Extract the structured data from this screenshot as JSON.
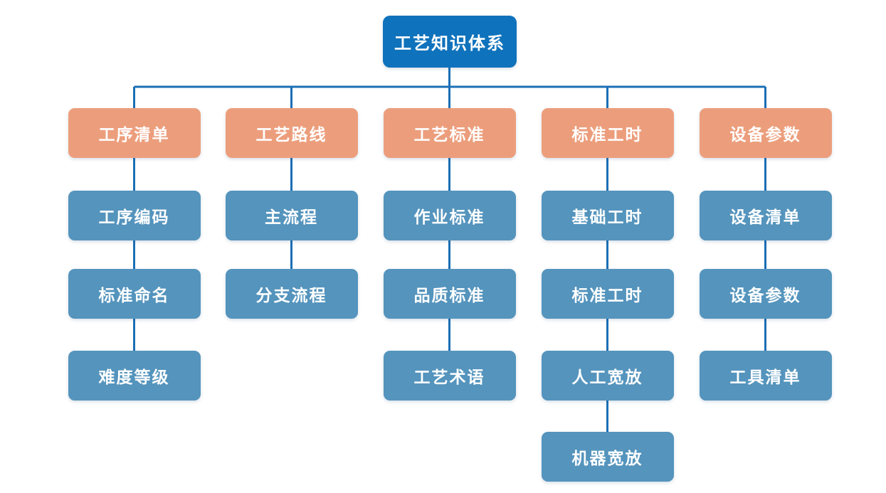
{
  "diagram": {
    "root": {
      "label": "工艺知识体系"
    },
    "branches": [
      {
        "label": "工序清单",
        "children": [
          "工序编码",
          "标准命名",
          "难度等级"
        ]
      },
      {
        "label": "工艺路线",
        "children": [
          "主流程",
          "分支流程"
        ]
      },
      {
        "label": "工艺标准",
        "children": [
          "作业标准",
          "品质标准",
          "工艺术语"
        ]
      },
      {
        "label": "标准工时",
        "children": [
          "基础工时",
          "标准工时",
          "人工宽放",
          "机器宽放"
        ]
      },
      {
        "label": "设备参数",
        "children": [
          "设备清单",
          "设备参数",
          "工具清单"
        ]
      }
    ]
  },
  "colors": {
    "background": "#ffffff",
    "root_box": "#0f72bc",
    "branch_box": "#ec9e7c",
    "child_box": "#5494bd",
    "connector": "#1b6fb5",
    "text": "#ffffff"
  }
}
